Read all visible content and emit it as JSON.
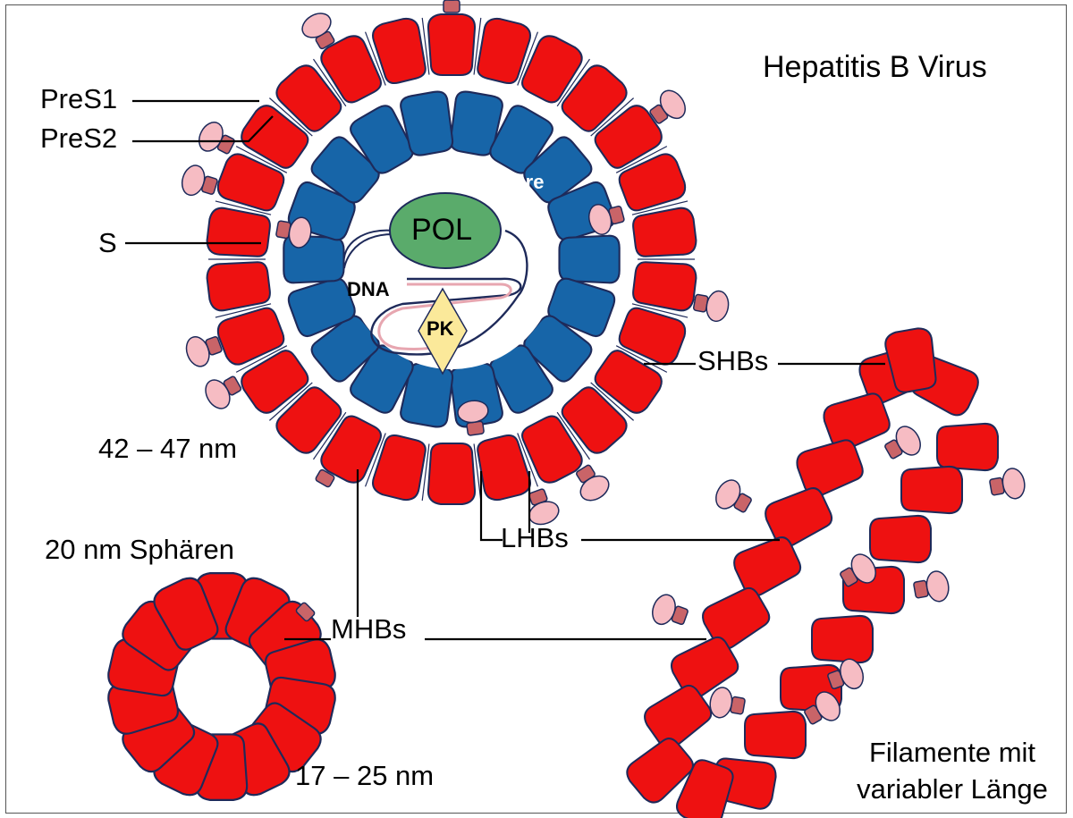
{
  "title": "Hepatitis B Virus",
  "labels": {
    "pres1": "PreS1",
    "pres2": "PreS2",
    "s": "S",
    "core": "core",
    "pol": "POL",
    "dna": "DNA",
    "pk": "PK",
    "shbs": "SHBs",
    "lhbs": "LHBs",
    "mhbs": "MHBs",
    "virion_size": "42 – 47 nm",
    "spheres": "20 nm Sphären",
    "sphere_size": "17 – 25 nm",
    "filaments_line1": "Filamente mit",
    "filaments_line2": "variabler Länge"
  },
  "colors": {
    "envelope_protein": "#ee1111",
    "outline": "#1e2a5a",
    "core_protein": "#1765a8",
    "polymerase": "#5aab6b",
    "protein_kinase": "#fbe99a",
    "pres1": "#f6bcc3",
    "pres2": "#c96468"
  }
}
